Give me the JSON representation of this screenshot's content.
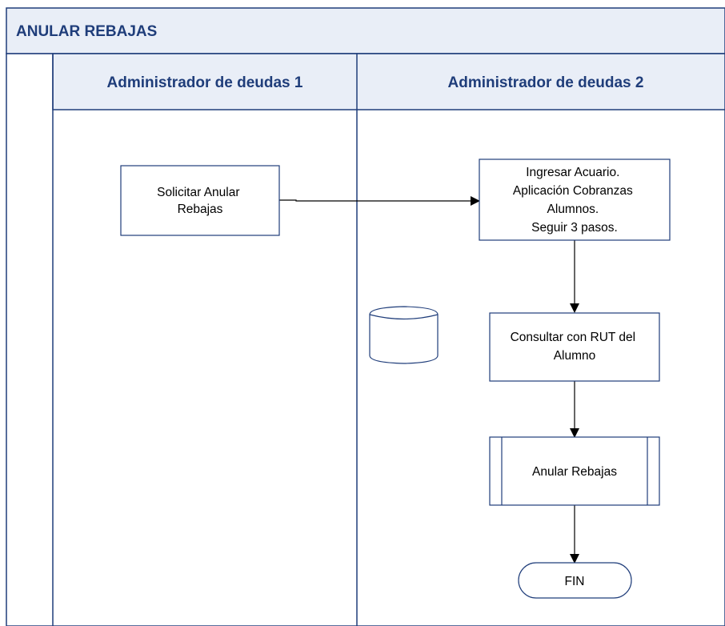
{
  "diagram": {
    "title": "ANULAR REBAJAS",
    "lanes": [
      {
        "label": "Administrador de deudas 1"
      },
      {
        "label": "Administrador de deudas 2"
      }
    ],
    "nodes": {
      "solicitar": {
        "lines": [
          "Solicitar Anular",
          "Rebajas"
        ]
      },
      "ingresar": {
        "lines": [
          "Ingresar Acuario.",
          "Aplicación Cobranzas",
          "Alumnos.",
          "Seguir 3 pasos."
        ]
      },
      "consultar": {
        "lines": [
          "Consultar con RUT del",
          "Alumno"
        ]
      },
      "anular": {
        "lines": [
          "Anular Rebajas"
        ]
      },
      "fin": {
        "lines": [
          "FIN"
        ]
      }
    },
    "edges": [
      {
        "from": "solicitar",
        "to": "ingresar"
      },
      {
        "from": "ingresar",
        "to": "consultar"
      },
      {
        "from": "consultar",
        "to": "anular"
      },
      {
        "from": "anular",
        "to": "fin"
      }
    ],
    "colors": {
      "header_bg": "#e9eef7",
      "header_text": "#1f3d7a",
      "border": "#1f3d7a",
      "shape_stroke": "#1f3d7a",
      "connector": "#000000"
    }
  }
}
